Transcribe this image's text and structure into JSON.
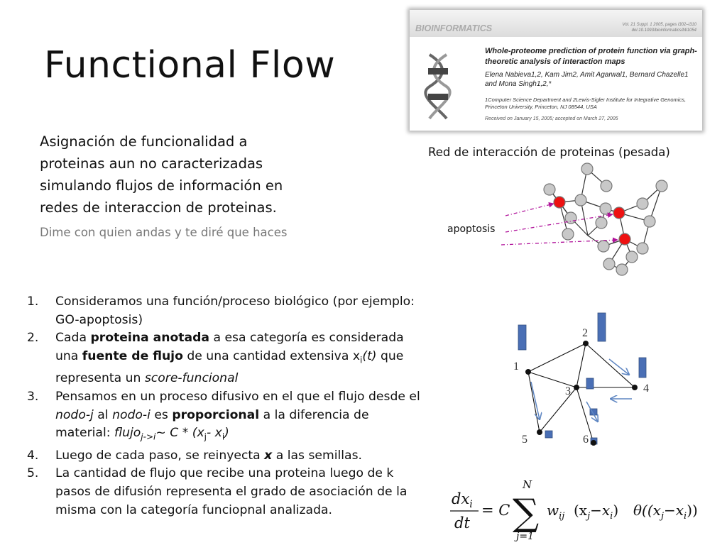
{
  "title": "Functional Flow",
  "intro": "Asignación de funcionalidad a proteinas aun no caracterizadas simulando flujos de información en redes de interaccion de proteinas.",
  "motto": "Dime con quien andas y te diré que haces",
  "paper": {
    "journal": "BIOINFORMATICS",
    "vol_line1": "Vol. 21 Suppl. 1 2005, pages i302–i310",
    "vol_line2": "doi:10.1093/bioinformatics/bti1054",
    "title": "Whole-proteome prediction of protein function via graph-theoretic analysis of interaction maps",
    "authors": "Elena Nabieva1,2, Kam Jim2, Amit Agarwal1, Bernard Chazelle1 and Mona Singh1,2,*",
    "affiliation": "1Computer Science Department and 2Lewis-Sigler Institute for Integrative Genomics, Princeton University, Princeton, NJ 08544, USA",
    "received": "Received on January 15, 2005; accepted on March 27, 2005"
  },
  "network": {
    "caption": "Red de interacción de proteinas (pesada)",
    "seed_label": "apoptosis",
    "node_color": "#c8c8c8",
    "seed_color": "#ee1111",
    "arrow_color": "#b0129a"
  },
  "diagram": {
    "node_labels": [
      "1",
      "2",
      "3",
      "4",
      "5",
      "6"
    ],
    "bar_color": "#4a6fb5",
    "arrow_color": "#5e86c2"
  },
  "steps": [
    {
      "num": "1.",
      "parts": [
        {
          "t": "Consideramos una función/proceso biológico (por ejemplo: GO-apoptosis)"
        }
      ]
    },
    {
      "num": "2.",
      "parts": [
        {
          "t": "Cada "
        },
        {
          "t": "proteina anotada",
          "b": true
        },
        {
          "t": " a esa categoría es considerada una "
        },
        {
          "t": "fuente de flujo",
          "b": true
        },
        {
          "t": " de una cantidad extensiva x"
        },
        {
          "t": "i",
          "sub": true
        },
        {
          "t": "(t)",
          "i": true
        },
        {
          "t": " que representa un "
        },
        {
          "t": "score-funcional",
          "i": true
        }
      ]
    },
    {
      "num": "3.",
      "parts": [
        {
          "t": "Pensamos  en un proceso difusivo en el que el flujo desde el "
        },
        {
          "t": "nodo-j",
          "i": true
        },
        {
          "t": " al "
        },
        {
          "t": "nodo-i",
          "i": true
        },
        {
          "t": " es "
        },
        {
          "t": "proporcional",
          "b": true
        },
        {
          "t": " a la diferencia de material:  "
        },
        {
          "t": "flujo",
          "i": true
        },
        {
          "t": "j->i",
          "sub": true,
          "i": true
        },
        {
          "t": "~ C * (x",
          "i": true
        },
        {
          "t": "j",
          "sub": true
        },
        {
          "t": "- x",
          "i": true
        },
        {
          "t": "i",
          "sub": true
        },
        {
          "t": ")",
          "i": true
        }
      ]
    },
    {
      "num": "4.",
      "parts": [
        {
          "t": "Luego de cada paso, se reinyecta "
        },
        {
          "t": "x",
          "b": true,
          "i": true
        },
        {
          "t": " a las semillas."
        }
      ]
    },
    {
      "num": "5.",
      "parts": [
        {
          "t": "La cantidad de flujo que recibe una proteina luego de k pasos de difusión representa el grado de asociación de la misma con la categoría funciopnal analizada."
        }
      ]
    }
  ],
  "formula": {
    "lhs_num": "dx",
    "lhs_num_sub": "i",
    "lhs_den": "dt",
    "equals_c": "= C",
    "sum_top": "N",
    "sum_bottom": "j=1",
    "w": "w",
    "w_sub": "ij",
    "term1": "(x",
    "term1_sub1": "j",
    "term1_mid": "−x",
    "term1_sub2": "i",
    "term1_end": ")",
    "theta": "θ((x",
    "theta_sub1": "j",
    "theta_mid": "−x",
    "theta_sub2": "i",
    "theta_end": "))"
  }
}
